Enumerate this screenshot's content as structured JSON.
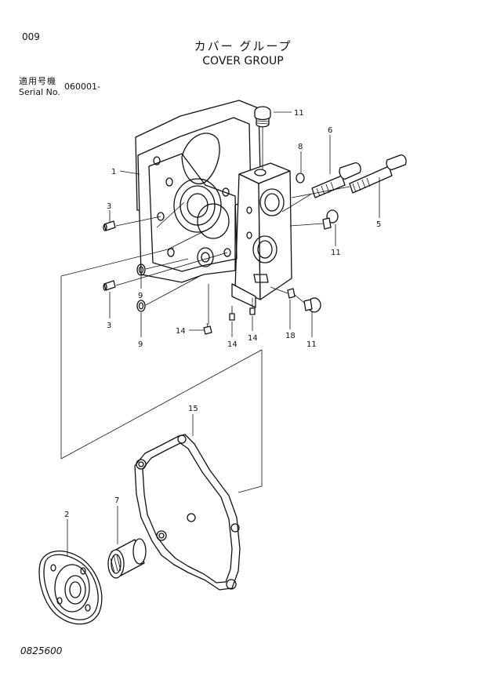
{
  "header": {
    "page_number": "009",
    "title_jp": "カバー グループ",
    "title_en": "COVER GROUP",
    "serial_label_jp": "適用号機",
    "serial_label_en": "Serial No.",
    "serial_value": "060001-"
  },
  "footer": {
    "drawing_number": "0825600"
  },
  "callouts": {
    "c1": "1",
    "c2": "2",
    "c3a": "3",
    "c3b": "3",
    "c5": "5",
    "c6": "6",
    "c7": "7",
    "c8": "8",
    "c9a": "9",
    "c9b": "9",
    "c11a": "11",
    "c11b": "11",
    "c11c": "11",
    "c14a": "14",
    "c14b": "14",
    "c14c": "14",
    "c15": "15",
    "c18": "18"
  }
}
